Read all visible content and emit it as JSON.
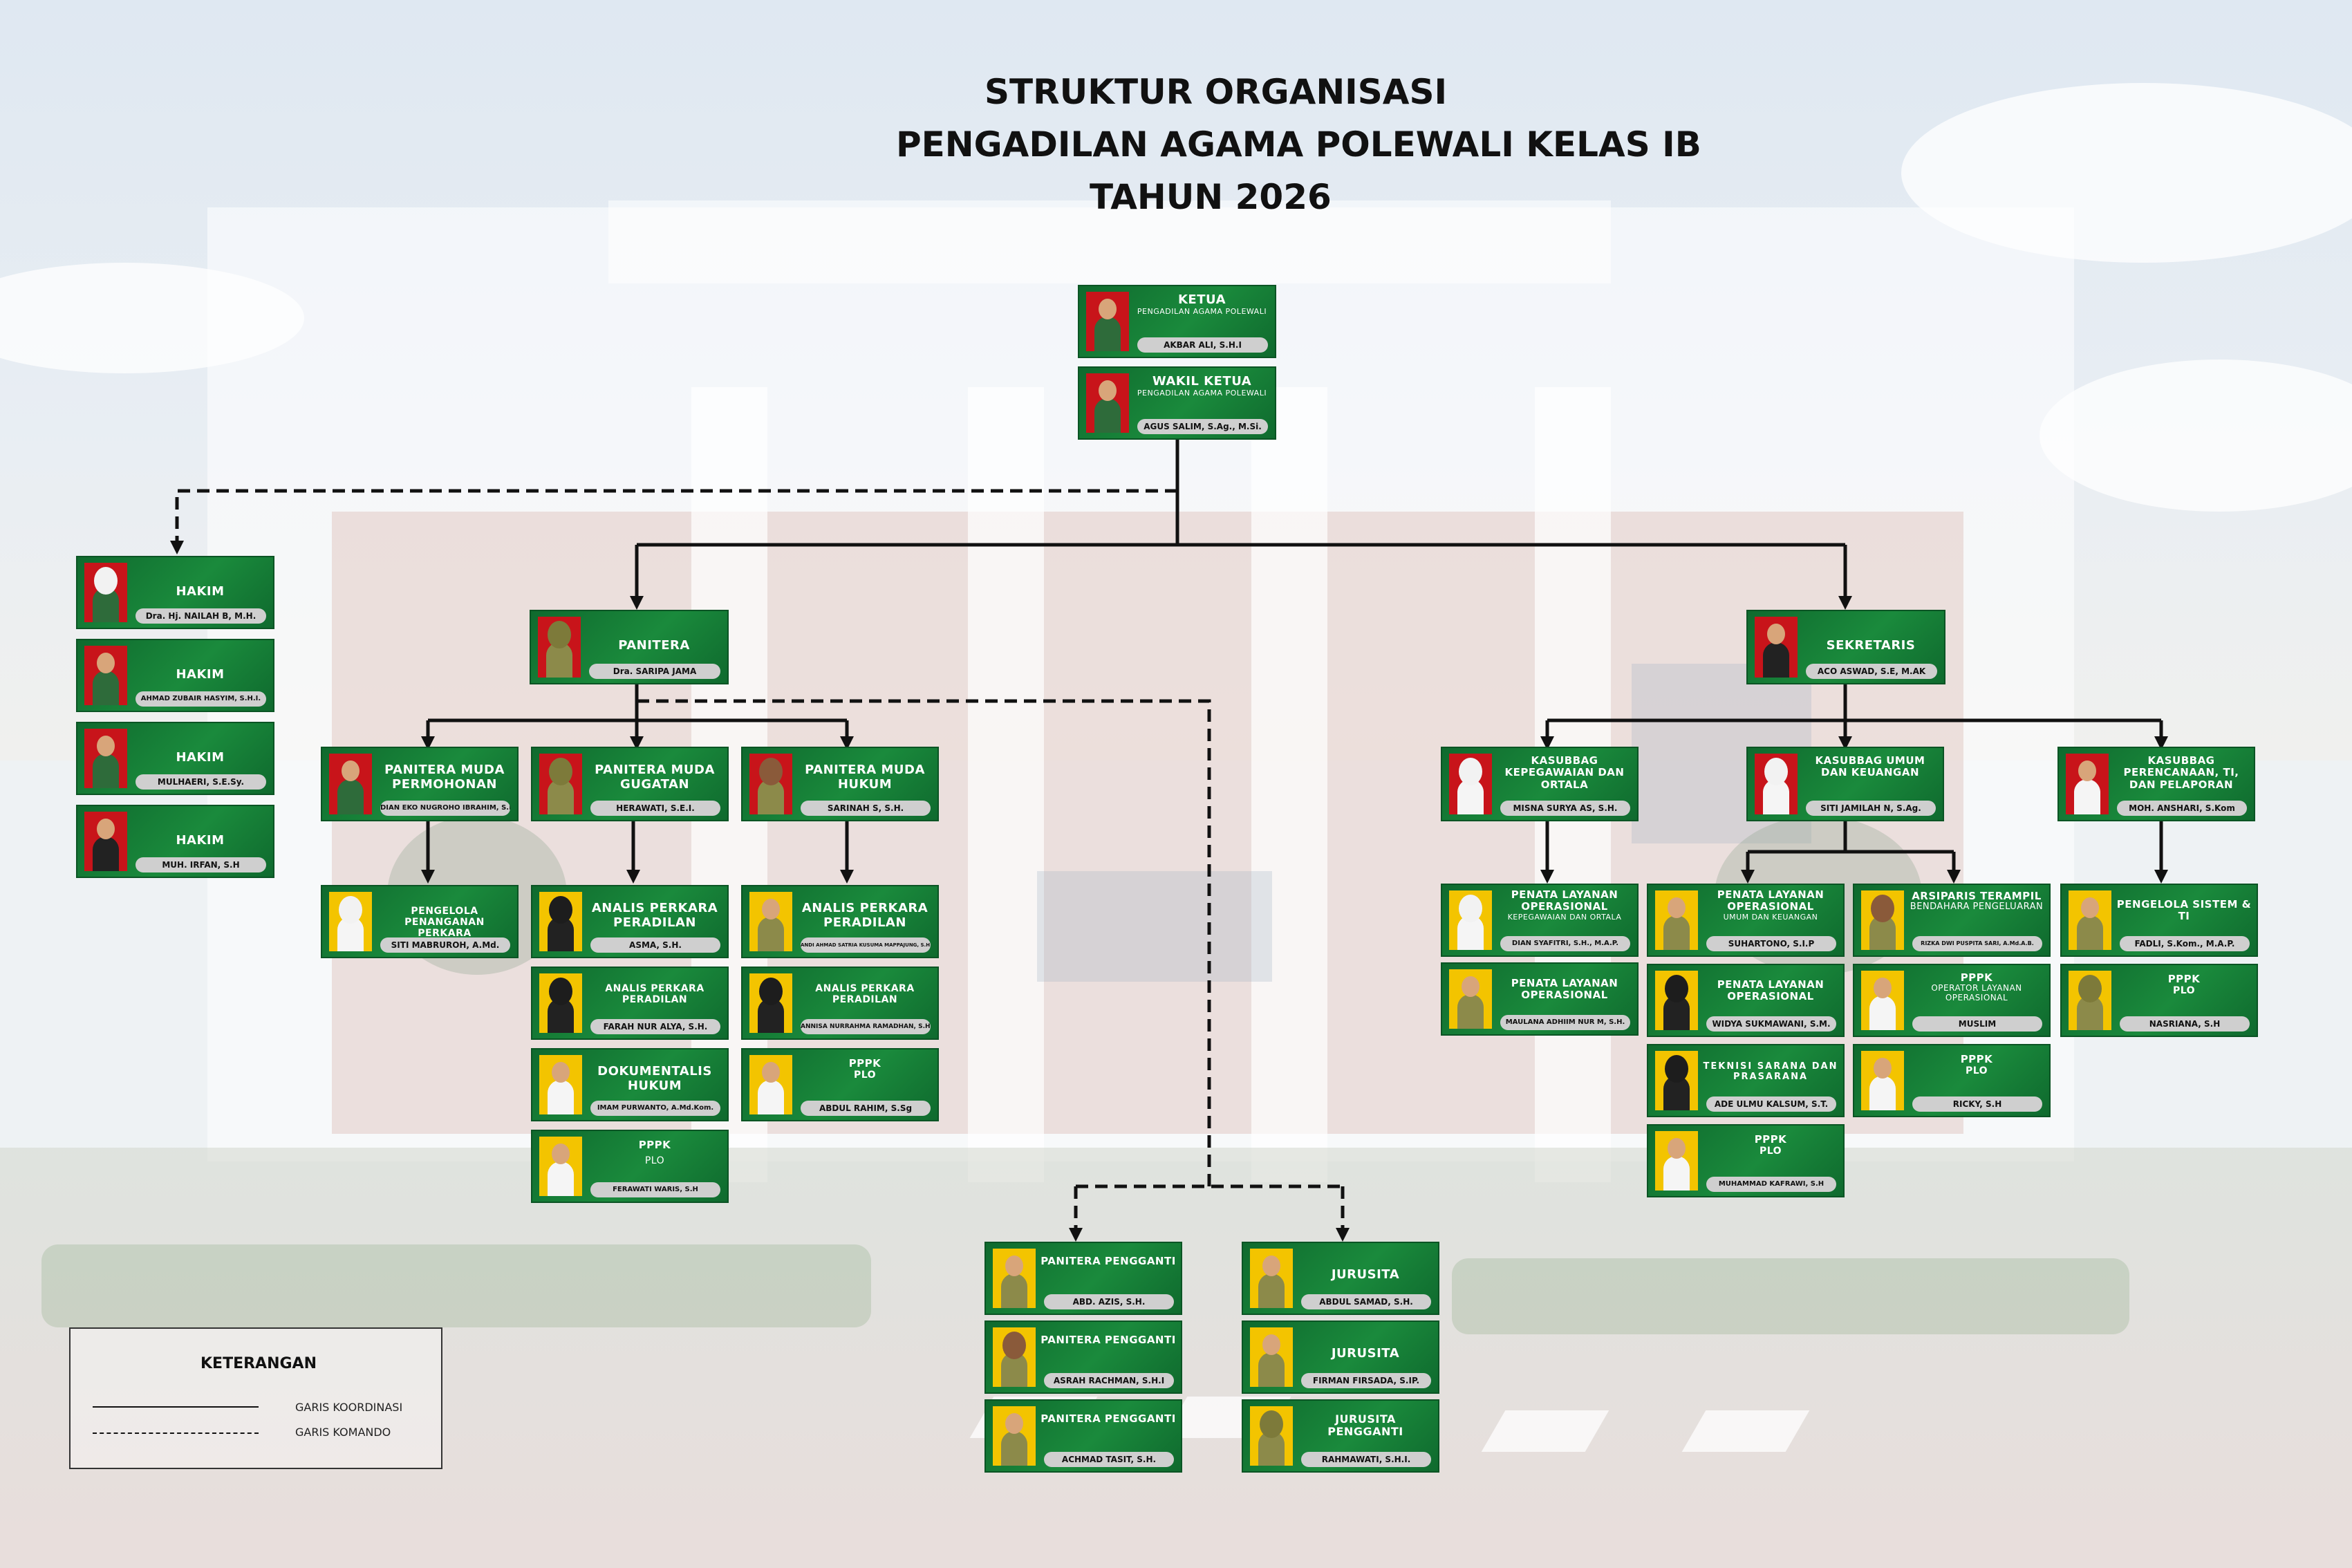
{
  "title": {
    "line1": "STRUKTUR ORGANISASI",
    "line2": "PENGADILAN AGAMA POLEWALI KELAS IB",
    "line3": "TAHUN 2026"
  },
  "cards": {
    "ketua": {
      "role": "KETUA",
      "sub": "PENGADILAN AGAMA POLEWALI",
      "name": "AKBAR ALI, S.H.I"
    },
    "wakil": {
      "role": "WAKIL KETUA",
      "sub": "PENGADILAN AGAMA POLEWALI",
      "name": "AGUS SALIM, S.Ag., M.Si."
    },
    "hakim1": {
      "role": "HAKIM",
      "name": "Dra. Hj. NAILAH B, M.H."
    },
    "hakim2": {
      "role": "HAKIM",
      "name": "AHMAD ZUBAIR HASYIM, S.H.I."
    },
    "hakim3": {
      "role": "HAKIM",
      "name": "MULHAERI, S.E.Sy."
    },
    "hakim4": {
      "role": "HAKIM",
      "name": "MUH. IRFAN, S.H"
    },
    "panitera": {
      "role": "PANITERA",
      "name": "Dra. SARIPA JAMA"
    },
    "sekretaris": {
      "role": "SEKRETARIS",
      "name": "ACO ASWAD, S.E, M.AK"
    },
    "pm_permohonan": {
      "role": "PANITERA MUDA PERMOHONAN",
      "name": "DIAN EKO NUGROHO IBRAHIM, S.H"
    },
    "pm_gugatan": {
      "role": "PANITERA MUDA GUGATAN",
      "name": "HERAWATI, S.E.I."
    },
    "pm_hukum": {
      "role": "PANITERA MUDA HUKUM",
      "name": "SARINAH S, S.H."
    },
    "pengelola_perkara": {
      "role": "PENGELOLA PENANGANAN PERKARA",
      "name": "SITI MABRUROH, A.Md."
    },
    "analis_asma": {
      "role": "ANALIS PERKARA PERADILAN",
      "name": "ASMA, S.H."
    },
    "analis_farah": {
      "role": "ANALIS PERKARA PERADILAN",
      "name": "FARAH NUR ALYA, S.H."
    },
    "dokumentalis": {
      "role": "DOKUMENTALIS HUKUM",
      "name": "IMAM PURWANTO, A.Md.Kom."
    },
    "pppk_ferawati": {
      "role": "PPPK",
      "sub": "PLO",
      "name": "FERAWATI WARIS, S.H"
    },
    "analis_andi": {
      "role": "ANALIS PERKARA PERADILAN",
      "name": "ANDI AHMAD SATRIA KUSUMA MAPPAJUNG, S.H."
    },
    "analis_annisa": {
      "role": "ANALIS PERKARA PERADILAN",
      "name": "ANNISA NURRAHMA RAMADHAN, S.H."
    },
    "pppk_abdul": {
      "role": "PPPK",
      "sub": "PLO",
      "name": "ABDUL RAHIM, S.Sg"
    },
    "kasubbag_kepeg": {
      "role": "KASUBBAG KEPEGAWAIAN DAN ORTALA",
      "name": "MISNA SURYA AS, S.H."
    },
    "kasubbag_umum": {
      "role": "KASUBBAG UMUM DAN KEUANGAN",
      "name": "SITI JAMILAH N, S.Ag."
    },
    "kasubbag_ptip": {
      "role": "KASUBBAG PERENCANAAN, TI, DAN PELAPORAN",
      "name": "MOH. ANSHARI, S.Kom"
    },
    "penata_dian": {
      "role": "PENATA LAYANAN OPERASIONAL",
      "sub": "KEPEGAWAIAN DAN ORTALA",
      "name": "DIAN SYAFITRI, S.H., M.A.P."
    },
    "penata_maulana": {
      "role": "PENATA LAYANAN OPERASIONAL",
      "name": "MAULANA ADHIIM NUR M, S.H."
    },
    "penata_suhartono": {
      "role": "PENATA LAYANAN OPERASIONAL",
      "sub": "UMUM DAN KEUANGAN",
      "name": "SUHARTONO, S.I.P"
    },
    "penata_widya": {
      "role": "PENATA LAYANAN OPERASIONAL",
      "name": "WIDYA SUKMAWANI, S.M."
    },
    "teknisi": {
      "role": "TEKNISI SARANA DAN PRASARANA",
      "name": "ADE ULMU KALSUM, S.T."
    },
    "pppk_kafrawi": {
      "role": "PPPK",
      "sub": "PLO",
      "name": "MUHAMMAD KAFRAWI, S.H"
    },
    "arsiparis": {
      "role": "ARSIPARIS TERAMPIL",
      "sub": "BENDAHARA PENGELUARAN",
      "name": "RIZKA DWI PUSPITA SARI, A.Md.A.B."
    },
    "pppk_muslim": {
      "role": "PPPK",
      "sub": "OPERATOR LAYANAN OPERASIONAL",
      "name": "MUSLIM"
    },
    "pppk_ricky": {
      "role": "PPPK",
      "sub": "PLO",
      "name": "RICKY, S.H"
    },
    "pengelola_sistem": {
      "role": "PENGELOLA SISTEM & TI",
      "name": "FADLI, S.Kom., M.A.P."
    },
    "pppk_nasriana": {
      "role": "PPPK",
      "sub": "PLO",
      "name": "NASRIANA, S.H"
    },
    "pp_azis": {
      "role": "PANITERA PENGGANTI",
      "name": "ABD. AZIS, S.H."
    },
    "pp_asrah": {
      "role": "PANITERA PENGGANTI",
      "name": "ASRAH RACHMAN, S.H.I"
    },
    "pp_achmad": {
      "role": "PANITERA PENGGANTI",
      "name": "ACHMAD TASIT, S.H."
    },
    "js_abdul": {
      "role": "JURUSITA",
      "name": "ABDUL SAMAD, S.H."
    },
    "js_firman": {
      "role": "JURUSITA",
      "name": "FIRMAN FIRSADA, S.IP."
    },
    "jsp_rahmawati": {
      "role": "JURUSITA PENGGANTI",
      "name": "RAHMAWATI, S.H.I."
    }
  },
  "legend": {
    "title": "KETERANGAN",
    "solid_label": "GARIS KOORDINASI",
    "dashed_label": "GARIS KOMANDO"
  },
  "colors": {
    "card_green": "#1a8a3c",
    "photo_red": "#c8141a",
    "photo_yellow": "#f3c400",
    "name_bar": "#cfcfcf"
  }
}
